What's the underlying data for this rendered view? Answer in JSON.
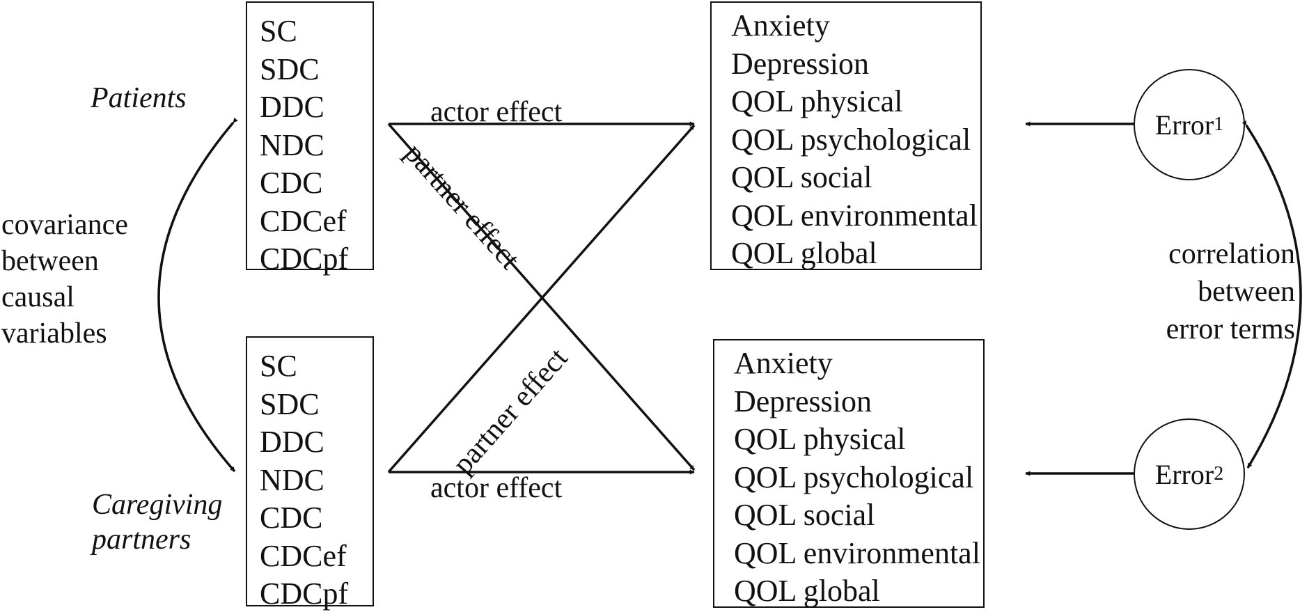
{
  "groups": {
    "patients_label": "Patients",
    "partners_label": [
      "Caregiving",
      "partners"
    ]
  },
  "predictors_patients": [
    "SC",
    "SDC",
    "DDC",
    "NDC",
    "CDC",
    "CDCef",
    "CDCpf"
  ],
  "predictors_partners": [
    "SC",
    "SDC",
    "DDC",
    "NDC",
    "CDC",
    "CDCef",
    "CDCpf"
  ],
  "outcomes_patients": [
    "Anxiety",
    "Depression",
    "QOL physical",
    "QOL psychological",
    "QOL social",
    "QOL environmental",
    "QOL global"
  ],
  "outcomes_partners": [
    "Anxiety",
    "Depression",
    "QOL physical",
    "QOL psychological",
    "QOL social",
    "QOL environmental",
    "QOL global"
  ],
  "paths": {
    "actor_top": "actor effect",
    "actor_bottom": "actor effect",
    "partner_top": "partner effect",
    "partner_bottom": "partner effect"
  },
  "covariance_label": [
    "covariance",
    "between",
    "causal",
    "variables"
  ],
  "correlation_label": [
    "correlation",
    "between",
    "error terms"
  ],
  "errors": {
    "e1": {
      "base": "Error",
      "sub": "1"
    },
    "e2": {
      "base": "Error",
      "sub": "2"
    }
  }
}
